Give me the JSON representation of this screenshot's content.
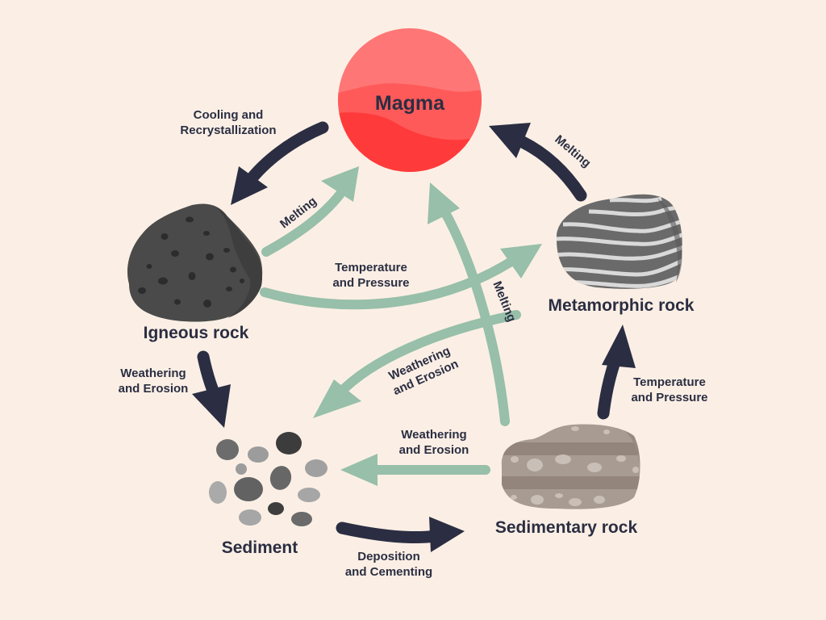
{
  "diagram": {
    "title": "Rock Cycle",
    "colors": {
      "background": "#FBEFE5",
      "dark_arrow": "#2B2E42",
      "green_arrow": "#97BFA9",
      "text": "#2B2E42",
      "magma_light": "#FF7676",
      "magma_mid": "#FF5A5A",
      "magma_dark": "#FF3A3A"
    },
    "nodes": {
      "magma": {
        "label": "Magma"
      },
      "igneous": {
        "label": "Igneous rock"
      },
      "metamorphic": {
        "label": "Metamorphic rock"
      },
      "sediment": {
        "label": "Sediment"
      },
      "sedimentary": {
        "label": "Sedimentary rock"
      }
    },
    "processes": {
      "cooling": {
        "line1": "Cooling and",
        "line2": "Recrystallization",
        "from": "Magma",
        "to": "Igneous rock",
        "style": "dark"
      },
      "igneous_melting": {
        "line1": "Melting",
        "from": "Igneous rock",
        "to": "Magma",
        "style": "green"
      },
      "igneous_temp_pressure": {
        "line1": "Temperature",
        "line2": "and Pressure",
        "from": "Igneous rock",
        "to": "Metamorphic rock",
        "style": "green"
      },
      "igneous_weathering": {
        "line1": "Weathering",
        "line2": "and Erosion",
        "from": "Igneous rock",
        "to": "Sediment",
        "style": "dark"
      },
      "metamorphic_melting": {
        "line1": "Melting",
        "from": "Metamorphic rock",
        "to": "Magma",
        "style": "dark"
      },
      "metamorphic_weathering": {
        "line1": "Weathering",
        "line2": "and Erosion",
        "from": "Metamorphic rock",
        "to": "Sediment",
        "style": "green"
      },
      "sedimentary_melting": {
        "line1": "Melting",
        "from": "Sedimentary rock",
        "to": "Magma",
        "style": "green"
      },
      "sedimentary_weathering": {
        "line1": "Weathering",
        "line2": "and Erosion",
        "from": "Sedimentary rock",
        "to": "Sediment",
        "style": "green"
      },
      "sedimentary_temp_pressure": {
        "line1": "Temperature",
        "line2": "and Pressure",
        "from": "Sedimentary rock",
        "to": "Metamorphic rock",
        "style": "dark"
      },
      "deposition": {
        "line1": "Deposition",
        "line2": "and Cementing",
        "from": "Sediment",
        "to": "Sedimentary rock",
        "style": "dark"
      }
    }
  }
}
